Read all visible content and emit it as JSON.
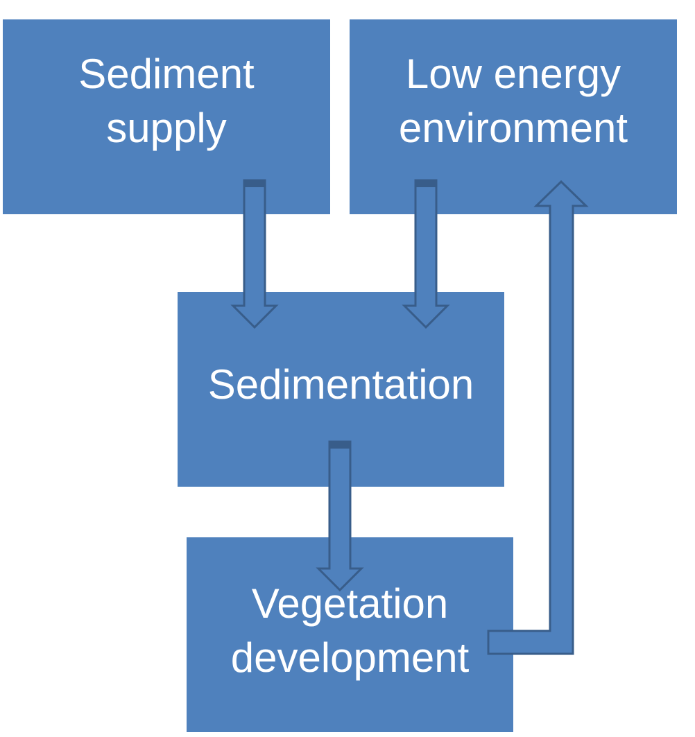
{
  "boxes": {
    "sediment_supply": "Sediment supply",
    "low_energy": "Low energy environment",
    "sedimentation": "Sedimentation",
    "vegetation": "Vegetation development"
  },
  "colors": {
    "box_fill": "#4f81bd",
    "arrow_stroke": "#385d8a",
    "text": "#ffffff"
  }
}
